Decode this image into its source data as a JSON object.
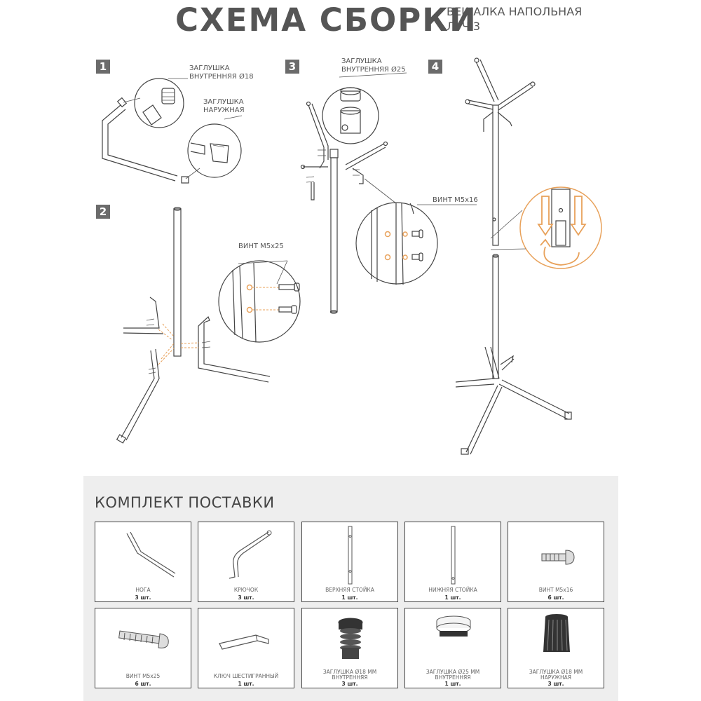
{
  "header": {
    "title": "СХЕМА СБОРКИ",
    "subtitle_line1": "ВЕШАЛКА НАПОЛЬНАЯ",
    "subtitle_line2": "ЛУЧ 3"
  },
  "steps": [
    {
      "number": "1"
    },
    {
      "number": "2"
    },
    {
      "number": "3"
    },
    {
      "number": "4"
    }
  ],
  "callouts": {
    "step1_inner_plug_line1": "ЗАГЛУШКА",
    "step1_inner_plug_line2": "ВНУТРЕННЯЯ Ø18",
    "step1_outer_plug_line1": "ЗАГЛУШКА",
    "step1_outer_plug_line2": "НАРУЖНАЯ",
    "step2_screw": "ВИНТ М5х25",
    "step3_inner_plug_line1": "ЗАГЛУШКА",
    "step3_inner_plug_line2": "ВНУТРЕННЯЯ Ø25",
    "step3_screw": "ВИНТ М5х16"
  },
  "kit": {
    "title": "КОМПЛЕКТ ПОСТАВКИ",
    "items": [
      {
        "name": "НОГА",
        "qty": "3 шт."
      },
      {
        "name": "КРЮЧОК",
        "qty": "3 шт."
      },
      {
        "name": "ВЕРХНЯЯ СТОЙКА",
        "qty": "1 шт."
      },
      {
        "name": "НИЖНЯЯ СТОЙКА",
        "qty": "1 шт."
      },
      {
        "name": "ВИНТ М5х16",
        "qty": "6 шт."
      },
      {
        "name": "ВИНТ М5х25",
        "qty": "6 шт."
      },
      {
        "name": "КЛЮЧ ШЕСТИГРАННЫЙ",
        "qty": "1 шт."
      },
      {
        "name_line1": "ЗАГЛУШКА Ø18 ММ",
        "name_line2": "ВНУТРЕННЯЯ",
        "qty": "3 шт."
      },
      {
        "name_line1": "ЗАГЛУШКА Ø25 ММ",
        "name_line2": "ВНУТРЕННЯЯ",
        "qty": "1 шт."
      },
      {
        "name_line1": "ЗАГЛУШКА Ø18 ММ",
        "name_line2": "НАРУЖНАЯ",
        "qty": "3 шт."
      }
    ]
  },
  "colors": {
    "accent_orange": "#e8a15a",
    "line": "#444444",
    "step_box": "#6b6b6b",
    "kit_bg": "#eeeeee"
  }
}
